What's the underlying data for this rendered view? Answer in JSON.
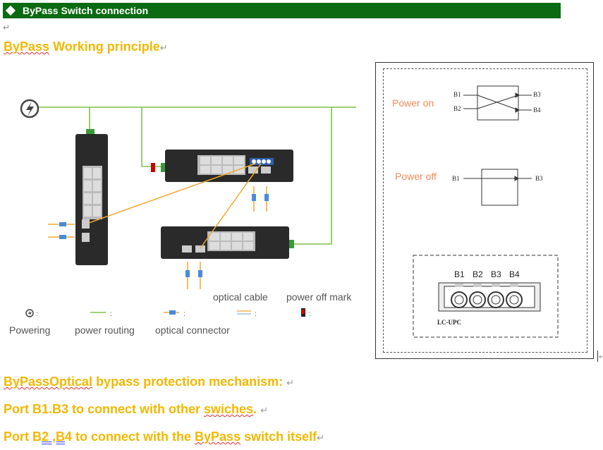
{
  "banner": {
    "title": "ByPass Switch connection"
  },
  "heading1": {
    "pre": "ByPass",
    "rest": " Working principle"
  },
  "diagram": {
    "labels": {
      "optical_cable": "optical cable",
      "power_off_mark": "power off mark",
      "powering": "Powering",
      "power_routing": "power routing",
      "optical_connector": "optical connector"
    }
  },
  "panel": {
    "power_on": "Power on",
    "power_off": "Power off",
    "ports_on": [
      "B1",
      "B2",
      "B3",
      "B4"
    ],
    "ports_off": [
      "B1",
      "B3"
    ],
    "connector_ports": [
      "B1",
      "B2",
      "B3",
      "B4"
    ],
    "connector_type": "LC-UPC"
  },
  "lines": {
    "l1_pre": "ByPassOptical",
    "l1_rest": " bypass protection mechanism: ",
    "l2_pre": "Port B1.B3 to connect with other ",
    "l2_sq": "swiches",
    "l2_post": ".",
    "l3_pre": "Port B",
    "l3_mid": "2 ,B",
    "l3_post1": "4 to connect with the ",
    "l3_sq": "ByPass",
    "l3_post2": " switch itself"
  },
  "colors": {
    "banner": "#0b6b12",
    "heading": "#f2b800",
    "power": "#7cc14a",
    "fiber": "#f0a830",
    "label_orange": "#f08a5a"
  }
}
